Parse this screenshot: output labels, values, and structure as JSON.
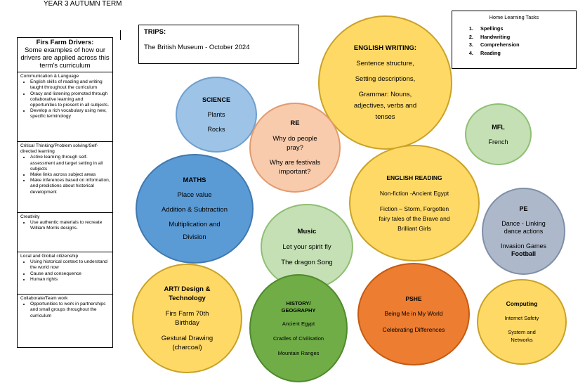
{
  "heading": "YEAR 3 AUTUMN TERM",
  "drivers": {
    "title": "Firs Farm Drivers:",
    "subtitle": "Some examples of how our drivers are applied across this term's curriculum",
    "sections": [
      {
        "title": "Communication & Language",
        "items": [
          "English skills of reading and writing taught throughout the curriculum",
          "Oracy and listening promoted through collaborative learning and opportunities to present in all subjects.",
          "Develop a rich vocabulary using new, specific terminology"
        ]
      },
      {
        "title": "Critical Thinking/Problem solving/Self-directed learning",
        "items": [
          "Active learning through self-assessment and target setting in all subjects",
          "Make links across subject areas",
          "Make inferences based on information, and predictions about historical development"
        ]
      },
      {
        "title": "Creativity",
        "items": [
          "Use authentic materials to recreate William Morris designs."
        ]
      },
      {
        "title": "Local and Global citizenship",
        "items": [
          "Using historical context to understand the world now",
          "Cause and consequence",
          "Human rights"
        ]
      },
      {
        "title": "Collaborate/Team work",
        "items": [
          "Opportunities to work in partnerships and small groups throughout the curriculum"
        ]
      }
    ]
  },
  "trips": {
    "title": "TRIPS:",
    "text": "The British Museum - October 2024"
  },
  "home_learning": {
    "title": "Home Learning Tasks",
    "items": [
      "Spellings",
      "Handwriting",
      "Comprehension",
      "Reading"
    ]
  },
  "circles": {
    "english_writing": {
      "title": "ENGLISH WRITING:",
      "l1": "Sentence structure,",
      "l2": "Setting descriptions,",
      "l3": "Grammar: Nouns,",
      "l4": "adjectives, verbs and",
      "l5": "tenses"
    },
    "science": {
      "title": "SCIENCE",
      "l1": "Plants",
      "l2": "Rocks"
    },
    "re": {
      "title": "RE",
      "l1": "Why do people",
      "l2": "pray?",
      "l3": "Why are festivals",
      "l4": "important?"
    },
    "mfl": {
      "title": "MFL",
      "l1": "French"
    },
    "english_reading": {
      "title": "ENGLISH READING",
      "l1": "Non-fiction  -Ancient Egypt",
      "l2": "Fiction – Storm, Forgotten",
      "l3": "fairy tales of the Brave and",
      "l4": "Brilliant Girls"
    },
    "maths": {
      "title": "MATHS",
      "l1": "Place value",
      "l2": "Addition & Subtraction",
      "l3": "Multiplication and",
      "l4": "Division"
    },
    "pe": {
      "title": "PE",
      "l1": "Dance - Linking",
      "l2": "dance actions",
      "l3": "Invasion Games",
      "l4": "Football"
    },
    "music": {
      "title": "Music",
      "l1": "Let your spirit fly",
      "l2": "The dragon Song"
    },
    "art": {
      "title1": "ART/ Design &",
      "title2": "Technology",
      "l1": "Firs Farm 70th",
      "l2": "Birthday",
      "l3": "Gestural Drawing",
      "l4": "(charcoal)"
    },
    "history": {
      "title1": "HISTORY/",
      "title2": "GEOGRAPHY",
      "l1": "Ancient Egypt",
      "l2": "Cradles of Civilisation",
      "l3": "Mountain Ranges"
    },
    "pshe": {
      "title": "PSHE",
      "l1": "Being Me in My World",
      "l2": "Celebrating Differences"
    },
    "computing": {
      "title": "Computing",
      "l1": "Internet Safety",
      "l2": "System and",
      "l3": "Networks"
    }
  }
}
